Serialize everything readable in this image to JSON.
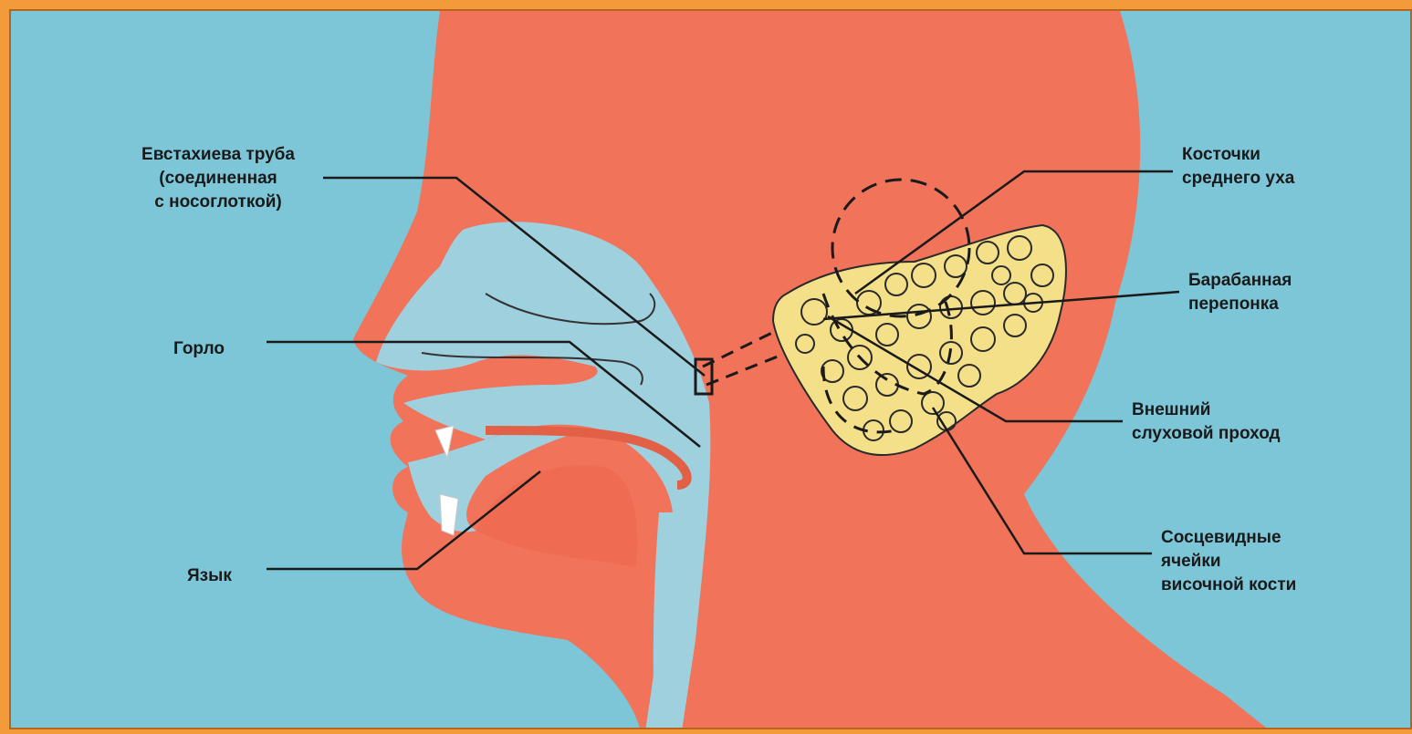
{
  "labels": {
    "eustachian_tube": "Евстахиева труба\n(соединенная\nс носоглоткой)",
    "throat": "Горло",
    "tongue": "Язык",
    "middle_ear_bones": "Косточки\nсреднего уха",
    "eardrum": "Барабанная\nперепонка",
    "external_canal": "Внешний\nслуховой проход",
    "mastoid_cells": "Сосцевидные\nячейки\nвисочной кости"
  },
  "colors": {
    "background": "#7cc6d8",
    "skin": "#f0735a",
    "airway": "#9fd0de",
    "mastoid": "#f5e08a",
    "frame": "#f39a3a"
  }
}
